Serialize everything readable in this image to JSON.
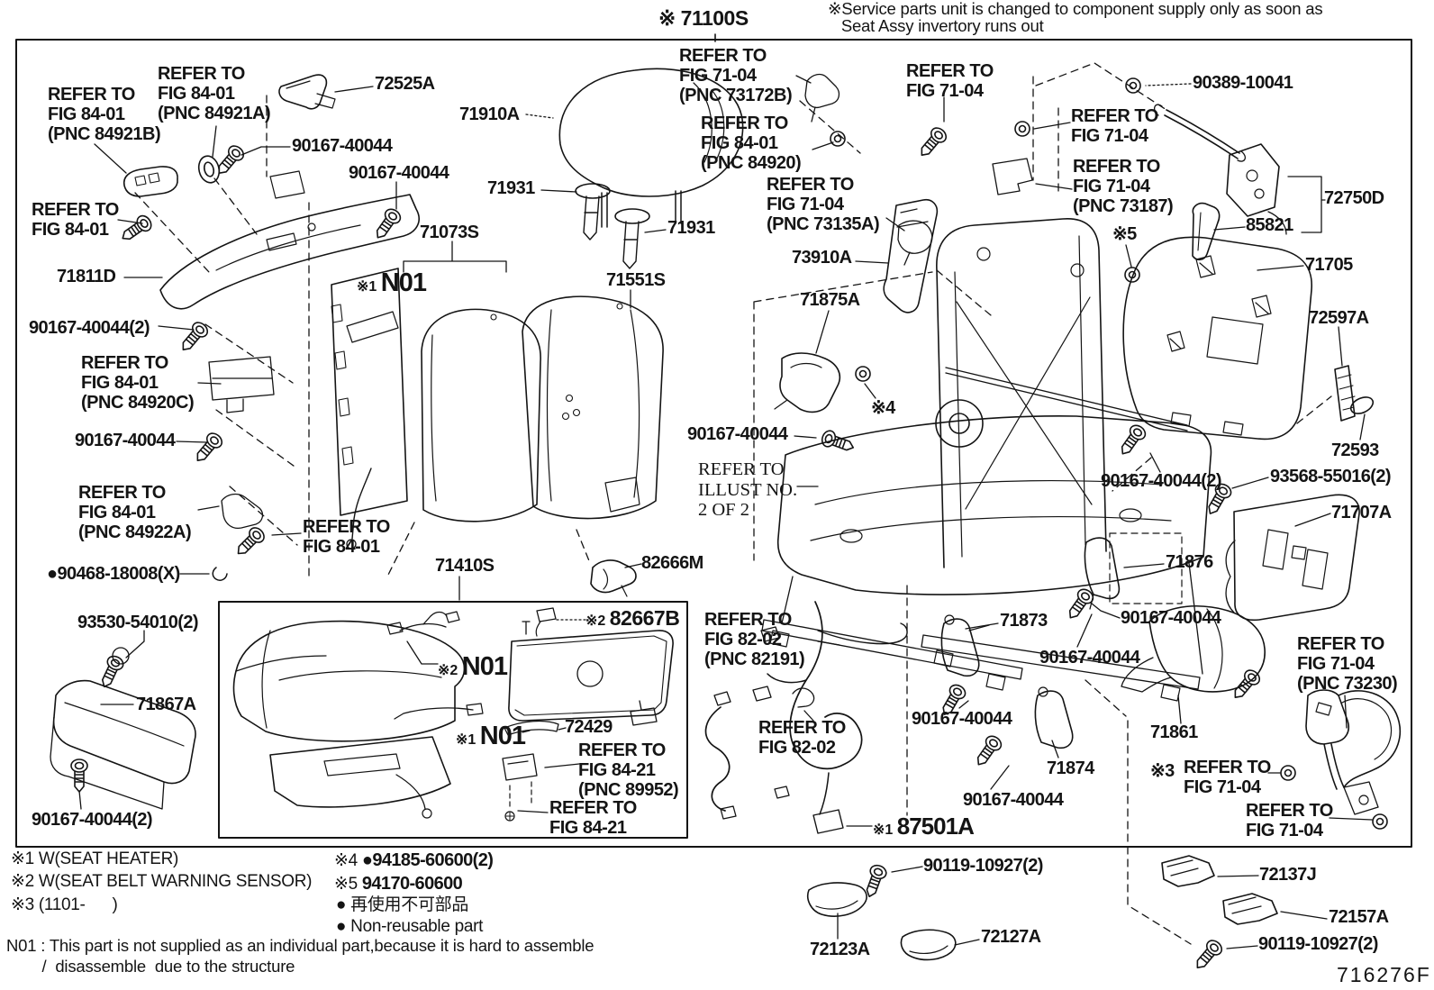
{
  "doc": {
    "assy_code": "※ 71100S",
    "service_note": "※Service parts unit is changed to component supply only as soon as\n   Seat Assy invertory runs out",
    "figure_code": "716276F"
  },
  "labels": {
    "ref_8401_84921b": "REFER TO\nFIG 84-01\n(PNC 84921B)",
    "ref_8401_84921a": "REFER TO\nFIG 84-01\n(PNC 84921A)",
    "ref_8401": "REFER TO\nFIG 84-01",
    "ref_8401_84920c": "REFER TO\nFIG 84-01\n(PNC 84920C)",
    "ref_8401_84922a": "REFER TO\nFIG 84-01\n(PNC 84922A)",
    "ref_8401_84920": "REFER TO\nFIG 84-01\n(PNC 84920)",
    "ref_8421_89952": "REFER TO\nFIG 84-21\n(PNC 89952)",
    "ref_8421": "REFER TO\nFIG 84-21",
    "ref_7104_73172b": "REFER TO\nFIG 71-04\n(PNC 73172B)",
    "ref_7104_73135a": "REFER TO\nFIG 71-04\n(PNC 73135A)",
    "ref_7104_73187": "REFER TO\nFIG 71-04\n(PNC 73187)",
    "ref_7104_73230": "REFER TO\nFIG 71-04\n(PNC 73230)",
    "ref_7104": "REFER TO\nFIG 71-04",
    "ref_8202_82191": "REFER TO\nFIG 82-02\n(PNC 82191)",
    "ref_8202": "REFER TO\nFIG 82-02",
    "ref_illust": "REFER TO\nILLUST NO.\n2 OF 2",
    "p72525a": "72525A",
    "p71811d": "71811D",
    "p71073s": "71073S",
    "p71910a": "71910A",
    "p71931": "71931",
    "p71551s": "71551S",
    "p71410s": "71410S",
    "p82666m": "82666M",
    "p82667b": "82667B",
    "p72429": "72429",
    "p73910a": "73910A",
    "p71875a": "71875A",
    "p71705": "71705",
    "p72750d": "72750D",
    "p85821": "85821",
    "p72597a": "72597A",
    "p72593": "72593",
    "p71707a": "71707A",
    "p71876": "71876",
    "p71873": "71873",
    "p71874": "71874",
    "p71861": "71861",
    "p87501a": "87501A",
    "p72137j": "72137J",
    "p72157a": "72157A",
    "p72123a": "72123A",
    "p72127a": "72127A",
    "p71867a": "71867A",
    "s90167": "90167-40044",
    "s90167_x2": "90167-40044(2)",
    "s90389": "90389-10041",
    "s90468": "●90468-18008(X)",
    "s93530": "93530-54010(2)",
    "s93568": "93568-55016(2)",
    "s90119": "90119-10927(2)",
    "star1": "※1",
    "star2": "※2",
    "star3": "※3",
    "star4": "※4",
    "star5": "※5",
    "n01": "N01"
  },
  "legend": {
    "item1": "※1 W(SEAT HEATER)",
    "item2": "※2 W(SEAT BELT WARNING SENSOR)",
    "item3": "※3 (1101-      )",
    "item4_prefix": "※4 ",
    "item4_code": "●94185-60600(2)",
    "item5_prefix": "※5 ",
    "item5_code": "94170-60600",
    "nonreusable_jp": "● 再使用不可部品",
    "nonreusable_en": "● Non-reusable part"
  },
  "notes": {
    "n01": "N01 : This part is not supplied as an individual part,because it is hard to assemble\n        /  disassemble  due to the structure"
  },
  "colors": {
    "ink": "#141414",
    "background": "#ffffff"
  }
}
